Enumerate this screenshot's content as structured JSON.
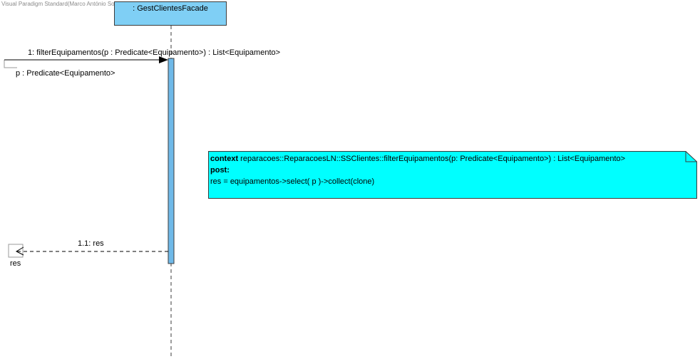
{
  "watermark": "Visual Paradigm Standard(Marco António Sousa(Universidade do Minho))",
  "lifeline": {
    "name": ": GestClientesFacade"
  },
  "messages": {
    "call_label": "1: filterEquipamentos(p : Predicate<Equipamento>) : List<Equipamento>",
    "param_label": "p : Predicate<Equipamento>",
    "return_label": "1.1: res",
    "return_gate_label": "res"
  },
  "note": {
    "context_kw": "context",
    "context_text": " reparacoes::ReparacoesLN::SSClientes::filterEquipamentos(p: Predicate<Equipamento>) : List<Equipamento>",
    "post_kw": "post:",
    "body": "res = equipamentos->select( p )->collect(clone)"
  },
  "colors": {
    "lifeline_fill": "#7fcff5",
    "activation_fill": "#6fb9e8",
    "note_fill": "#00ffff",
    "line": "#3b3b3b"
  }
}
